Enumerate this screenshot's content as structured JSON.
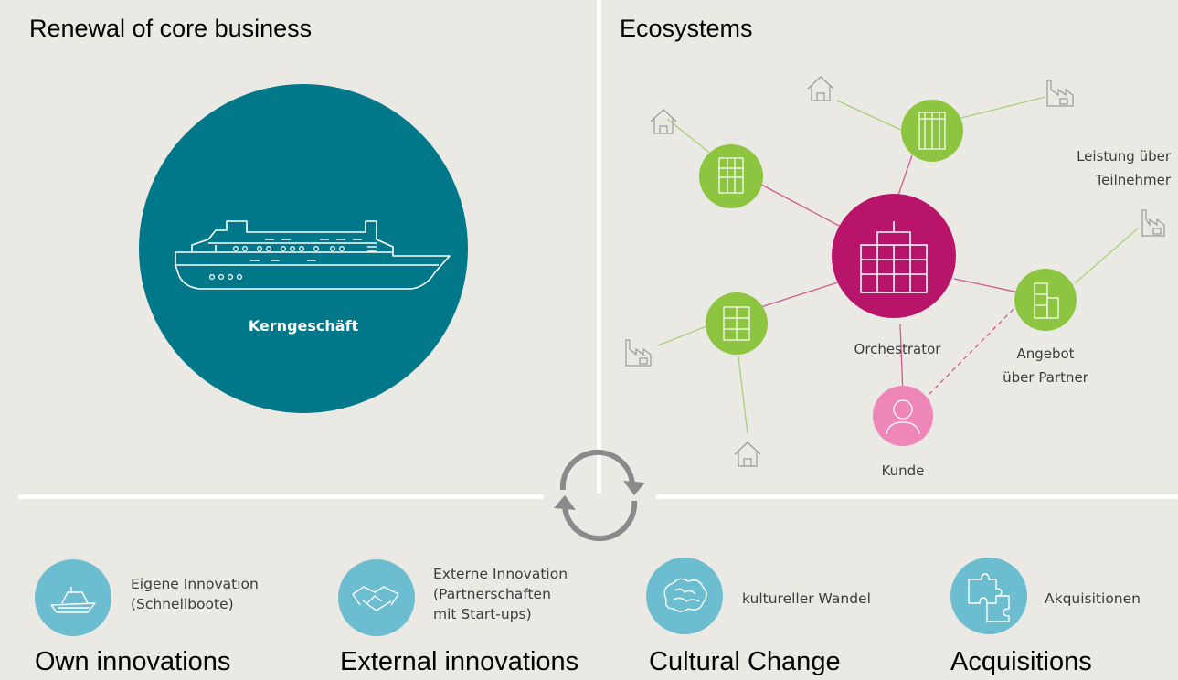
{
  "core": {
    "title": "Renewal of core business",
    "circle_label": "Kerngeschäft",
    "color": "#00788a"
  },
  "ecosystem": {
    "title": "Ecosystems",
    "orchestrator_label": "Orchestrator",
    "customer_label": "Kunde",
    "partner_offer_label_line1": "Angebot",
    "partner_offer_label_line2": "über Partner",
    "participant_label_line1": "Leistung über",
    "participant_label_line2": "Teilnehmer",
    "colors": {
      "hub": "#b8156a",
      "partner": "#8ec540",
      "customer": "#ef86b8",
      "link_hub": "#d25a8c",
      "link_partner": "#a8d078"
    }
  },
  "features": [
    {
      "label_lines": [
        "Eigene Innovation",
        "(Schnellboote)"
      ],
      "title": "Own innovations",
      "icon": "speedboat-icon"
    },
    {
      "label_lines": [
        "Externe Innovation",
        "(Partnerschaften",
        "mit Start-ups)"
      ],
      "title": "External innovations",
      "icon": "handshake-icon"
    },
    {
      "label_lines": [
        "kultureller Wandel"
      ],
      "title": "Cultural Change",
      "icon": "brain-icon"
    },
    {
      "label_lines": [
        "Akquisitionen"
      ],
      "title": "Acquisitions",
      "icon": "puzzle-icon"
    }
  ],
  "cycle_icon": "refresh-cycle-icon",
  "feature_color": "#6bbdcf"
}
